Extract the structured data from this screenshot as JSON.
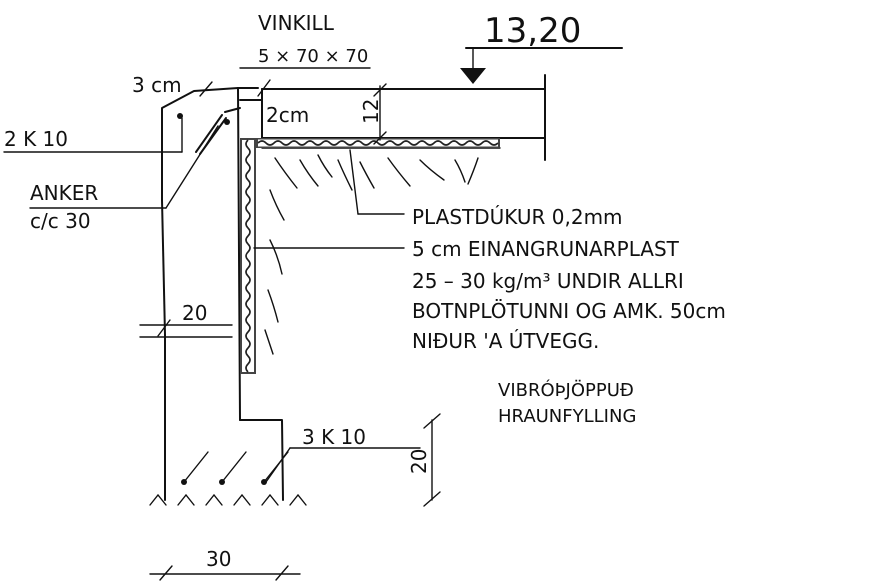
{
  "angle": {
    "title": "VINKILL",
    "size": "5 × 70 × 70"
  },
  "elevation": "13,20",
  "dims": {
    "gap_3cm": "3 cm",
    "gap_2cm": "2cm",
    "slab_12": "12",
    "wall_20": "20",
    "footing_height_20": "20",
    "footing_width_30": "30"
  },
  "rebar": {
    "top": "2  K  10",
    "bottom": "3  K  10"
  },
  "anchor": {
    "line1": "ANKER",
    "line2": "c/c  30"
  },
  "notes": [
    "PLASTDÚKUR   0,2mm",
    "5 cm   EINANGRUNARPLAST",
    "25 – 30  kg/m³  UNDIR  ALLRI",
    "BOTNPLÖTUNNI  OG  AMK.   50cm",
    "NIÐUR   'A   ÚTVEGG."
  ],
  "fill": [
    "VIBRÓÞJÖPPUÐ",
    "HRAUNFYLLING"
  ]
}
